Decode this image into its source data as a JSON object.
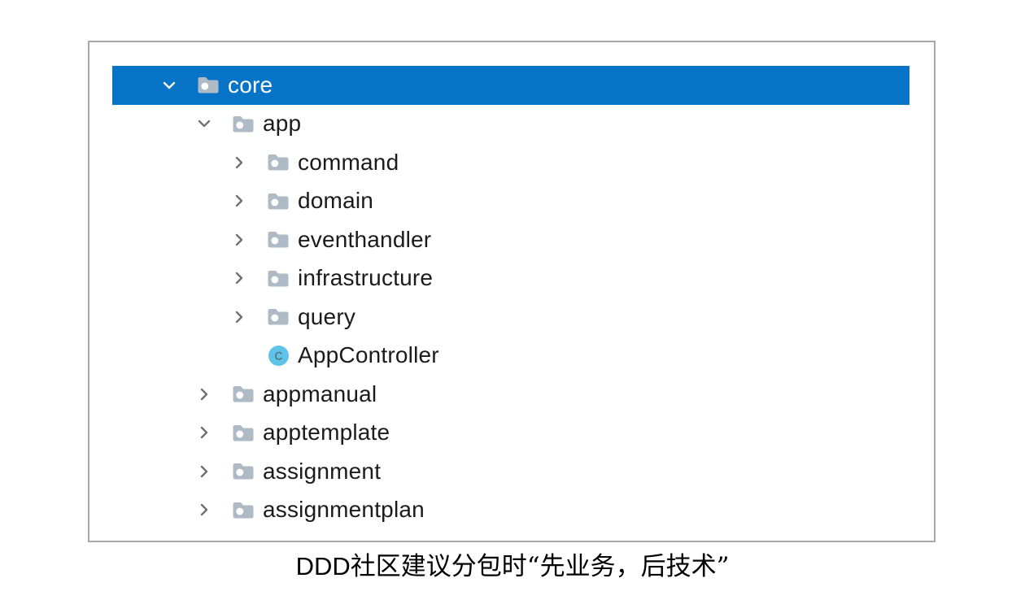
{
  "tree": {
    "items": [
      {
        "label": "core",
        "level": 0,
        "type": "folder",
        "state": "expanded",
        "selected": true
      },
      {
        "label": "app",
        "level": 1,
        "type": "folder",
        "state": "expanded",
        "selected": false
      },
      {
        "label": "command",
        "level": 2,
        "type": "folder",
        "state": "collapsed",
        "selected": false
      },
      {
        "label": "domain",
        "level": 2,
        "type": "folder",
        "state": "collapsed",
        "selected": false
      },
      {
        "label": "eventhandler",
        "level": 2,
        "type": "folder",
        "state": "collapsed",
        "selected": false
      },
      {
        "label": "infrastructure",
        "level": 2,
        "type": "folder",
        "state": "collapsed",
        "selected": false
      },
      {
        "label": "query",
        "level": 2,
        "type": "folder",
        "state": "collapsed",
        "selected": false
      },
      {
        "label": "AppController",
        "level": 2,
        "type": "class",
        "state": "none",
        "selected": false
      },
      {
        "label": "appmanual",
        "level": 1,
        "type": "folder",
        "state": "collapsed",
        "selected": false
      },
      {
        "label": "apptemplate",
        "level": 1,
        "type": "folder",
        "state": "collapsed",
        "selected": false
      },
      {
        "label": "assignment",
        "level": 1,
        "type": "folder",
        "state": "collapsed",
        "selected": false
      },
      {
        "label": "assignmentplan",
        "level": 1,
        "type": "folder",
        "state": "collapsed",
        "selected": false
      }
    ]
  },
  "icons": {
    "class_letter": "C"
  },
  "caption": {
    "latin_prefix": "DDD",
    "cjk_text": "社区建议分包时“先业务，后技术”"
  },
  "colors": {
    "selection_blue": "#0774C8",
    "folder_gray": "#AEBBC6",
    "class_icon_blue": "#5FC3E7",
    "class_letter_gray": "#4E585D",
    "chevron_gray": "#6F6F6F",
    "panel_border_gray": "#A8A8A8",
    "tree_text": "#1B1B1B",
    "selected_text": "#FFFFFF"
  }
}
